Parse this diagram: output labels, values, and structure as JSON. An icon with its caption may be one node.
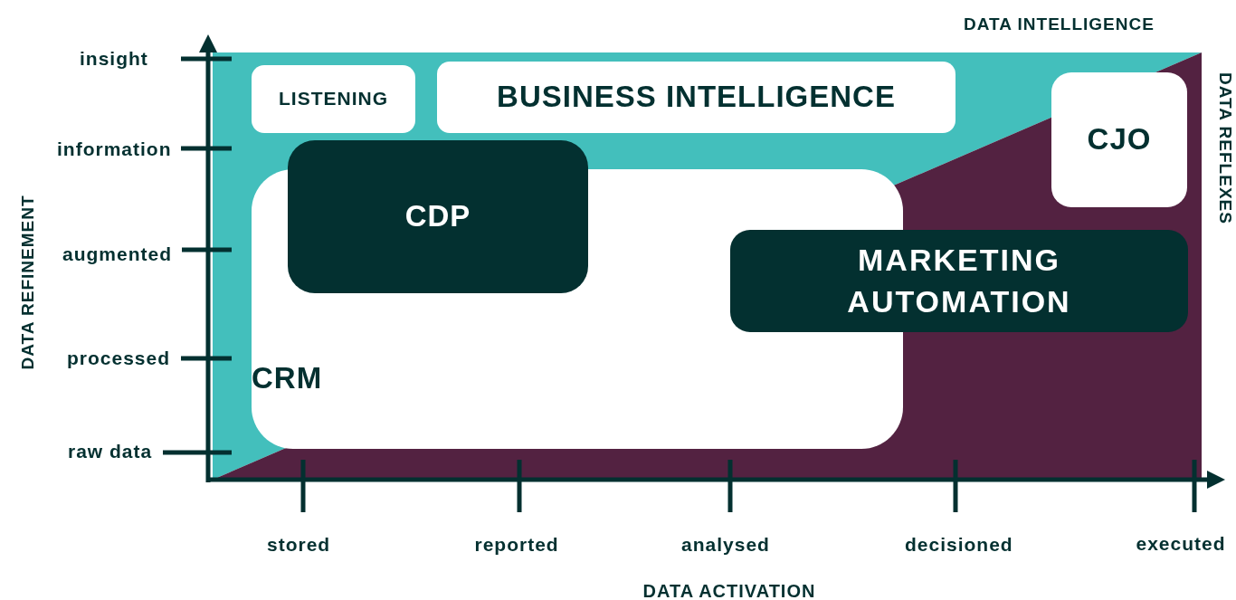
{
  "diagram": {
    "nodes": [
      {
        "text": [
          "LISTENING"
        ]
      },
      {
        "text": [
          "BUSINESS INTELLIGENCE"
        ]
      },
      {
        "text": [
          "CJO"
        ]
      },
      {
        "text": [
          "CDP"
        ]
      },
      {
        "text": [
          "CRM"
        ]
      },
      {
        "text": [
          "MARKETING AUTOMATION"
        ]
      }
    ],
    "labels": [
      "DATA INTELLIGENCE",
      "insight",
      "information",
      "DATA REFINEMENT",
      "DATA REFLEXES",
      "augmented",
      "processed",
      "raw data",
      "stored",
      "reported",
      "analysed",
      "decisioned",
      "executed",
      "DATA ACTIVATION"
    ]
  }
}
